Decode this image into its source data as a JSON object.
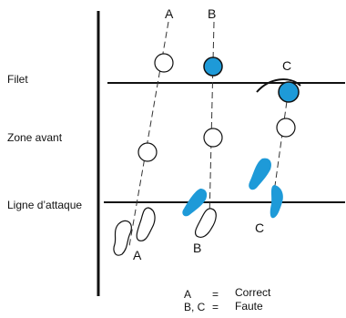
{
  "labels": {
    "filet": "Filet",
    "zone_avant": "Zone avant",
    "ligne_attaque": "Ligne d’attaque"
  },
  "trajectories": {
    "a_label_top": "A",
    "b_label_top": "B",
    "c_label_top": "C",
    "a_label_bottom": "A",
    "b_label_bottom": "B",
    "c_label_bottom": "C"
  },
  "legend": {
    "row1_key": "A",
    "row1_eq": "=",
    "row1_value": "Correct",
    "row2_key": "B, C",
    "row2_eq": "=",
    "row2_value": "Faute"
  },
  "colors": {
    "accent_blue": "#1e9ad8",
    "ink": "#111111"
  }
}
